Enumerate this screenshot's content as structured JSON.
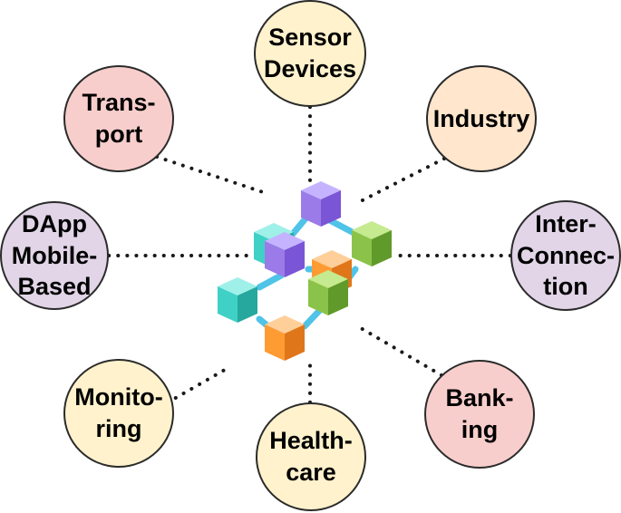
{
  "colors": {
    "yellow": "#fff2cc",
    "orange": "#ffe6cc",
    "red": "#f8cecc",
    "purple": "#e1d5e7",
    "cube_purple": "#9b7be8",
    "cube_green": "#8bc34a",
    "cube_teal": "#3fd1c6",
    "cube_orange": "#ff9b33",
    "link_blue": "#4fc3e8"
  },
  "center": {
    "name": "blockchain-cubes-icon"
  },
  "nodes": [
    {
      "id": "sensor-devices",
      "label": "Sensor\nDevices",
      "fill": "#fff2cc"
    },
    {
      "id": "industry",
      "label": "Industry",
      "fill": "#ffe6cc"
    },
    {
      "id": "interconnection",
      "label": "Inter-\nConnec-\ntion",
      "fill": "#e1d5e7"
    },
    {
      "id": "banking",
      "label": "Bank-\ning",
      "fill": "#f8cecc"
    },
    {
      "id": "healthcare",
      "label": "Health-\ncare",
      "fill": "#fff2cc"
    },
    {
      "id": "monitoring",
      "label": "Monito-\nring",
      "fill": "#fff2cc"
    },
    {
      "id": "dapp-mobile-based",
      "label": "DApp\nMobile-\nBased",
      "fill": "#e1d5e7"
    },
    {
      "id": "transport",
      "label": "Trans-\nport",
      "fill": "#f8cecc"
    }
  ]
}
